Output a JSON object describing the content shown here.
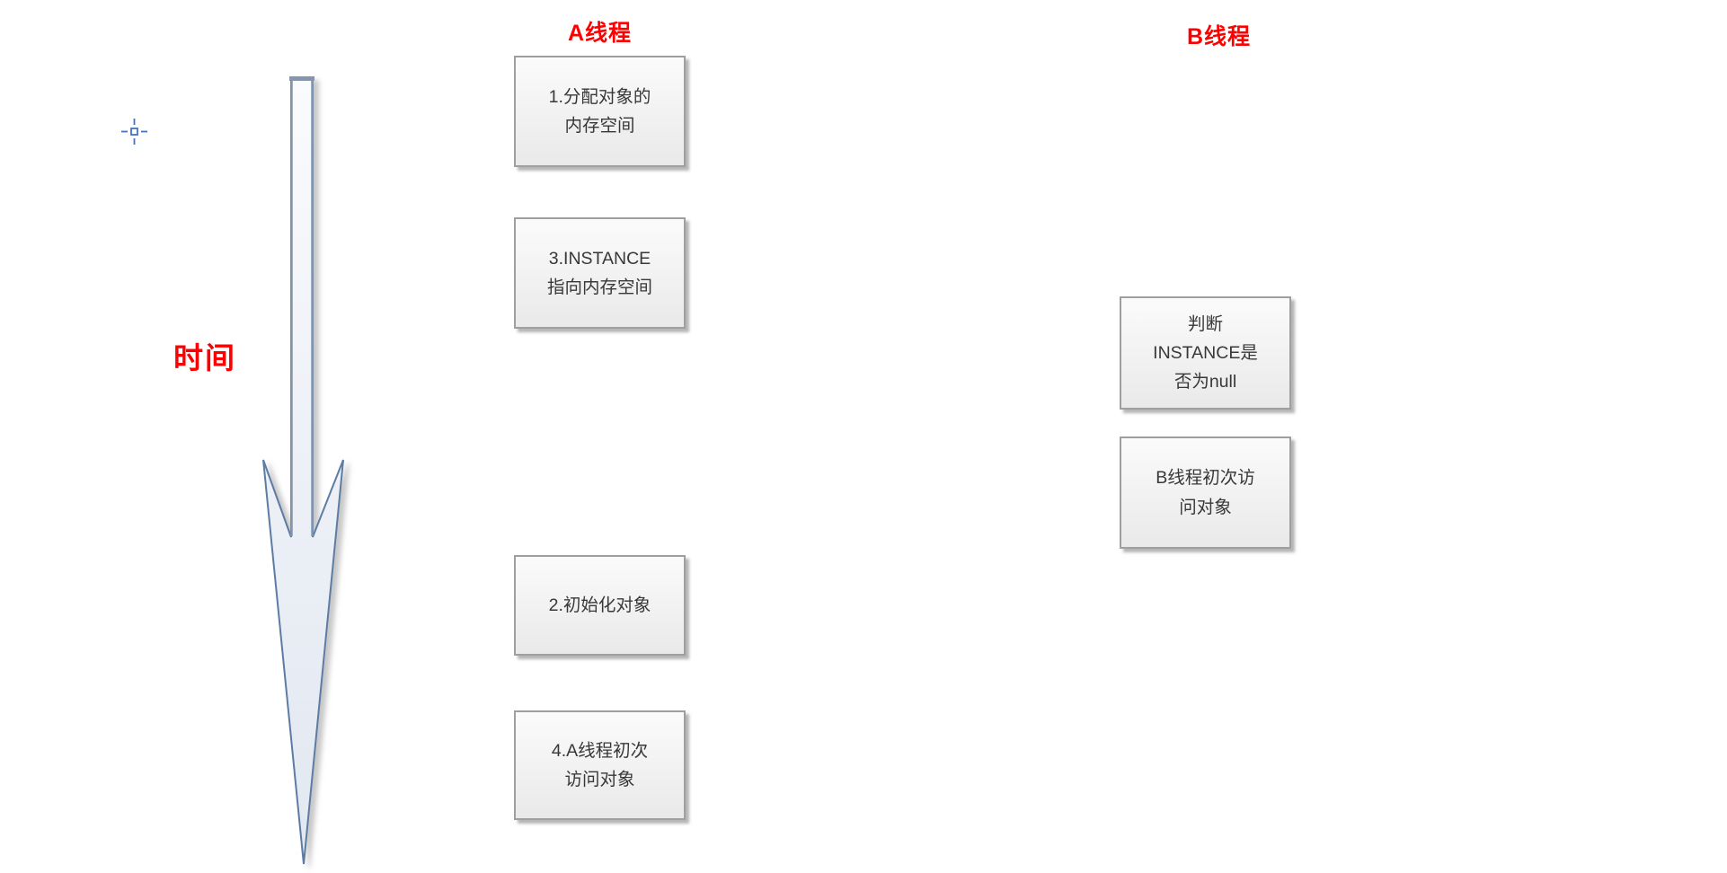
{
  "diagram": {
    "title_a": "A线程",
    "title_b": "B线程",
    "time_label": "时间",
    "boxes": {
      "a1": {
        "lines": [
          "1.分配对象的",
          "内存空间"
        ]
      },
      "a2": {
        "lines": [
          "3.INSTANCE",
          "指向内存空间"
        ]
      },
      "a3": {
        "lines": [
          "2.初始化对象"
        ]
      },
      "a4": {
        "lines": [
          "4.A线程初次",
          "访问对象"
        ]
      },
      "b1": {
        "lines": [
          "判断",
          "INSTANCE是",
          "否为null"
        ]
      },
      "b2": {
        "lines": [
          "B线程初次访",
          "问对象"
        ]
      }
    },
    "icons": {
      "time_arrow": "down-arrow",
      "cursor": "crosshair-cursor"
    },
    "colors": {
      "title_red": "#ff0000",
      "box_border": "#9f9f9f",
      "box_text": "#383838",
      "arrow_stroke": "#5d7ba4",
      "arrow_cap_stroke": "#8496ad",
      "arrow_fill_top": "#fafbfd",
      "arrow_fill_bottom": "#e2e8f1",
      "cursor_blue": "#3f74c4"
    }
  }
}
